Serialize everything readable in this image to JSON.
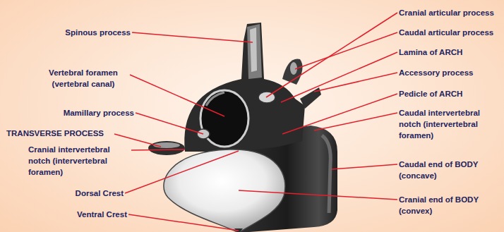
{
  "diagram": {
    "labels": [
      "Cranial articular process",
      "Spinous process",
      "Caudal articular process",
      "Lamina of ARCH",
      "Vertebral foramen (vertebral canal)",
      "Accessory process",
      "Pedicle of ARCH",
      "Mamillary process",
      "Caudal intervertebral notch (intervertebral foramen)",
      "TRANSVERSE PROCESS",
      "Cranial intervertebral notch (intervertebral foramen)",
      "Caudal end of BODY (concave)",
      "Dorsal Crest",
      "Cranial end of BODY (convex)",
      "Ventral Crest"
    ]
  }
}
